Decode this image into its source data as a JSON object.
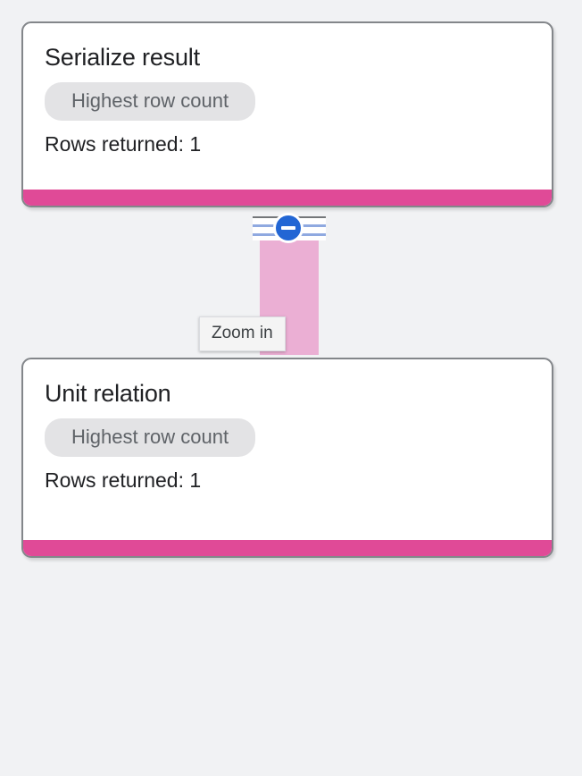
{
  "canvas": {
    "background_color": "#f1f2f4",
    "name": "query-plan-graph"
  },
  "nodes": [
    {
      "title": "Serialize result",
      "chip_label": "Highest row count",
      "stat_label": "Rows returned: 1",
      "accent_color": "#e04a97",
      "border_color": "#83868a",
      "chip_background": "#e3e3e5"
    },
    {
      "title": "Unit relation",
      "chip_label": "Highest row count",
      "stat_label": "Rows returned: 1",
      "accent_color": "#e04a97",
      "border_color": "#83868a",
      "chip_background": "#e3e3e5"
    }
  ],
  "connector": {
    "band_color": "#ebafd4",
    "rail_color": "#8fa9e0",
    "handle_color": "#2266d4",
    "handle_icon": "minus-circle-icon",
    "handle_state": "collapse"
  },
  "tooltip": {
    "label": "Zoom in",
    "background": "#f4f4f4",
    "text_color": "#3c4043"
  }
}
